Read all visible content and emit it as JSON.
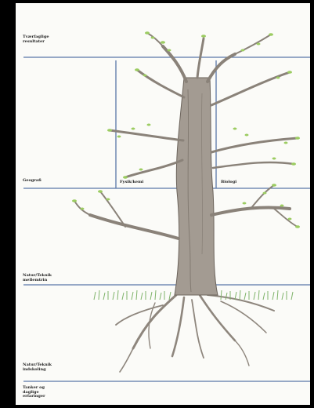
{
  "labels": {
    "top": "Tværfaglige\nresultater",
    "geo": "Geografi",
    "mid": "Fysik/kemi",
    "bio": "Biologi",
    "tech1": "Natur/Teknik\nmellemtrin",
    "tech2": "Natur/Teknik\nindskoling",
    "bottom": "Tanker og\ndaglige\nerfaringer"
  },
  "colors": {
    "line": "#5a77a8",
    "trunk": "#9b9288",
    "bark": "#6c645c",
    "leaf": "#9ccc62",
    "grass": "#7fb36a"
  }
}
